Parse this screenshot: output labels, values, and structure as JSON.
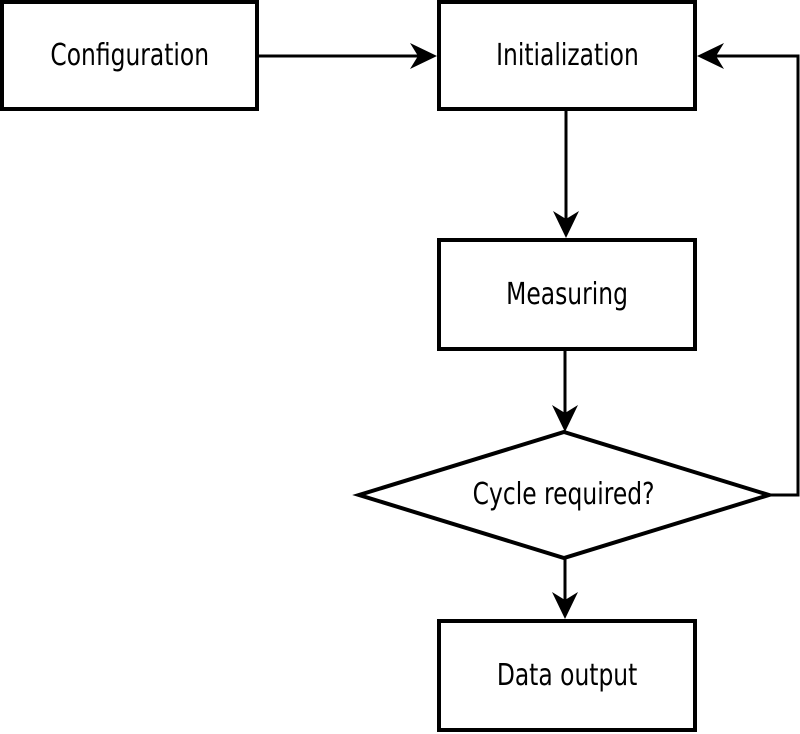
{
  "diagram": {
    "type": "flowchart",
    "colors": {
      "background": "#ffffff",
      "line": "#000000",
      "node_fill": "#ffffff",
      "text": "#000000"
    },
    "nodes": [
      {
        "id": "configuration",
        "shape": "rectangle",
        "label": "Configuration"
      },
      {
        "id": "initialization",
        "shape": "rectangle",
        "label": "Initialization"
      },
      {
        "id": "measuring",
        "shape": "rectangle",
        "label": "Measuring"
      },
      {
        "id": "cycle-required",
        "shape": "diamond",
        "label": "Cycle required?"
      },
      {
        "id": "data-output",
        "shape": "rectangle",
        "label": "Data output"
      }
    ],
    "edges": [
      {
        "from": "configuration",
        "to": "initialization",
        "style": "arrow"
      },
      {
        "from": "initialization",
        "to": "measuring",
        "style": "arrow"
      },
      {
        "from": "measuring",
        "to": "cycle-required",
        "style": "arrow"
      },
      {
        "from": "cycle-required",
        "to": "data-output",
        "style": "arrow"
      },
      {
        "from": "cycle-required",
        "to": "initialization",
        "style": "arrow-loop-back"
      }
    ]
  }
}
